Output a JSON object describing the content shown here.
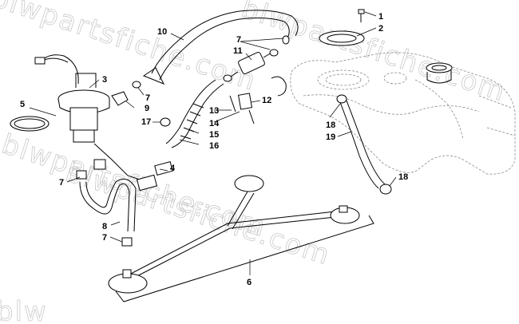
{
  "watermarks": [
    "blwpartsfiche.com",
    "blwpartsfiche.com",
    "blwpartsfiche.com",
    "blwpartsfiche.com",
    "blw"
  ],
  "callouts": [
    {
      "id": "c1",
      "label": "1"
    },
    {
      "id": "c2",
      "label": "2"
    },
    {
      "id": "c3",
      "label": "3"
    },
    {
      "id": "c4",
      "label": "4"
    },
    {
      "id": "c5",
      "label": "5"
    },
    {
      "id": "c6",
      "label": "6"
    },
    {
      "id": "c7a",
      "label": "7"
    },
    {
      "id": "c7b",
      "label": "7"
    },
    {
      "id": "c7c",
      "label": "7"
    },
    {
      "id": "c7d",
      "label": "7"
    },
    {
      "id": "c8",
      "label": "8"
    },
    {
      "id": "c9",
      "label": "9"
    },
    {
      "id": "c10",
      "label": "10"
    },
    {
      "id": "c11",
      "label": "11"
    },
    {
      "id": "c12",
      "label": "12"
    },
    {
      "id": "c13",
      "label": "13"
    },
    {
      "id": "c14",
      "label": "14"
    },
    {
      "id": "c15",
      "label": "15"
    },
    {
      "id": "c16",
      "label": "16"
    },
    {
      "id": "c17",
      "label": "17"
    },
    {
      "id": "c18a",
      "label": "18"
    },
    {
      "id": "c18b",
      "label": "18"
    },
    {
      "id": "c19",
      "label": "19"
    }
  ]
}
